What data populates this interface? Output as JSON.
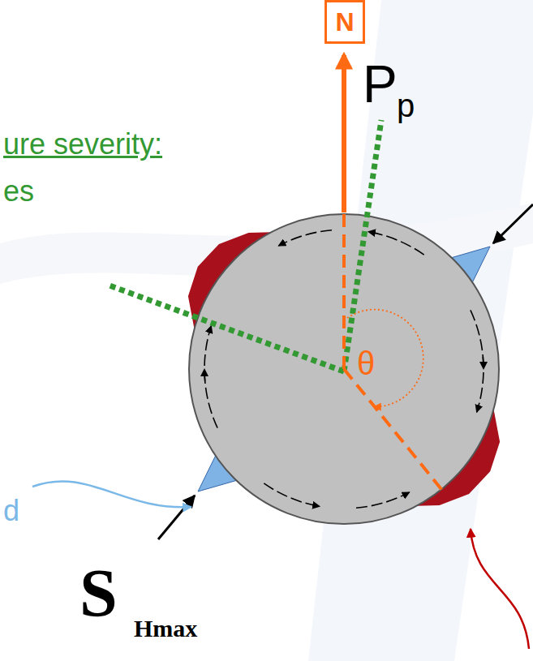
{
  "diagram": {
    "nodes": [
      {
        "text": [
          "N"
        ]
      }
    ],
    "labels": [
      "ure severity:",
      "es",
      "d",
      "P",
      "p",
      "θ",
      "S",
      "Hmax"
    ]
  }
}
